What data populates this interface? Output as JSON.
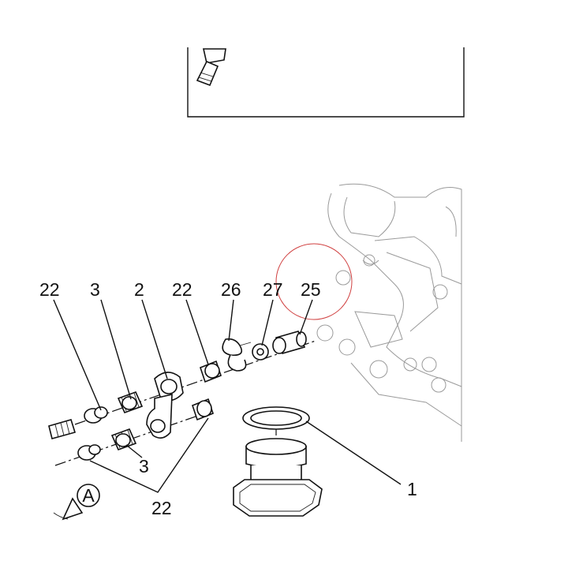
{
  "callouts": {
    "c22a": "22",
    "c3a": "3",
    "c2": "2",
    "c22b": "22",
    "c26": "26",
    "c27": "27",
    "c25": "25",
    "c3b": "3",
    "c22c": "22",
    "c1": "1",
    "cA": "A"
  },
  "colors": {
    "line": "#111111",
    "housing": "#9a9a9a",
    "highlight_circle": "#d04040"
  }
}
